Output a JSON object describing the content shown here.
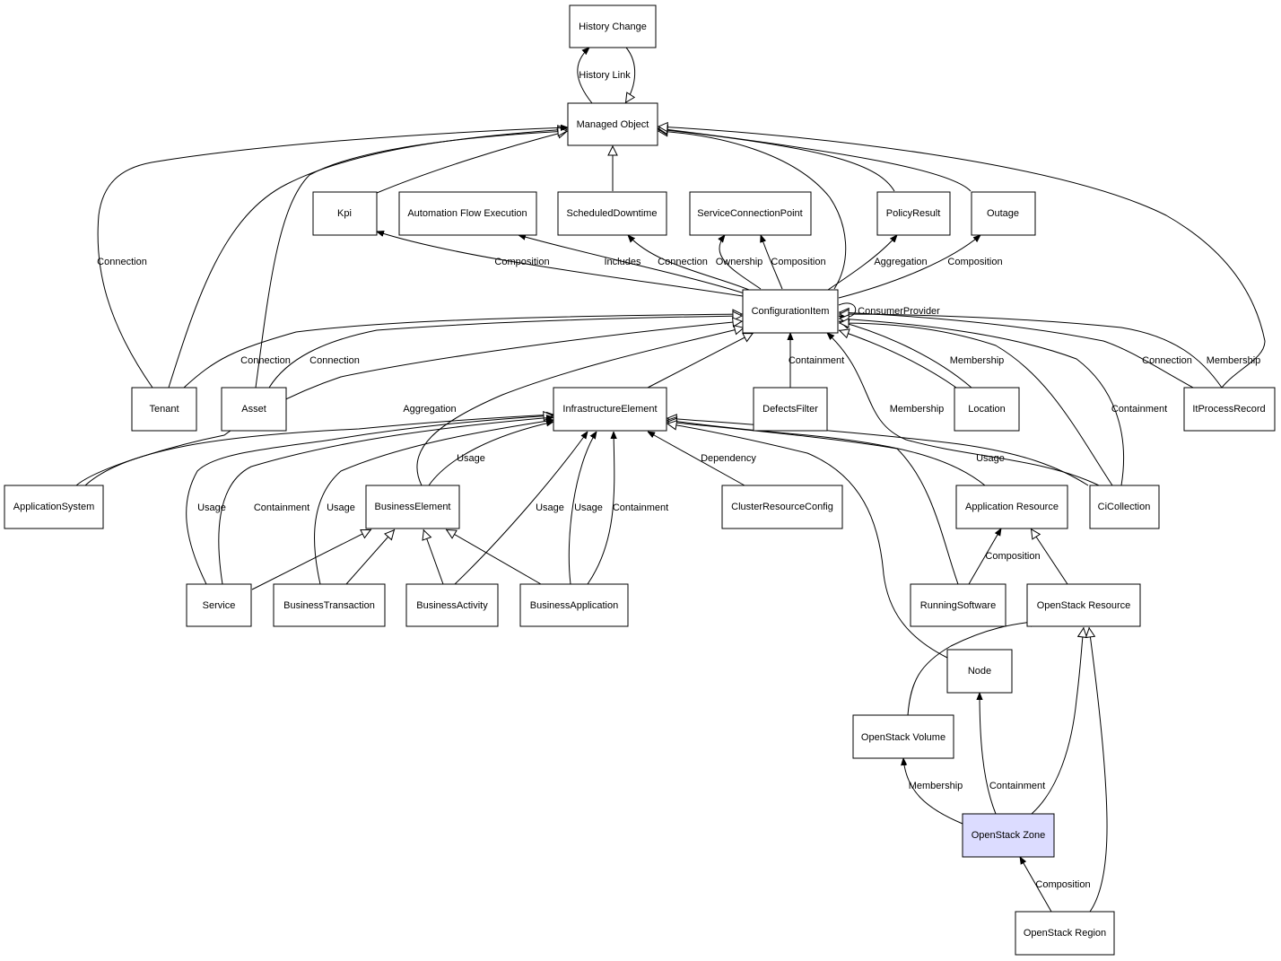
{
  "nodes": {
    "history_change": "History Change",
    "managed_object": "Managed Object",
    "kpi": "Kpi",
    "automation_flow_execution": "Automation Flow Execution",
    "scheduled_downtime": "ScheduledDowntime",
    "service_connection_point": "ServiceConnectionPoint",
    "policy_result": "PolicyResult",
    "outage": "Outage",
    "configuration_item": "ConfigurationItem",
    "tenant": "Tenant",
    "asset": "Asset",
    "infrastructure_element": "InfrastructureElement",
    "defects_filter": "DefectsFilter",
    "location": "Location",
    "it_process_record": "ItProcessRecord",
    "application_system": "ApplicationSystem",
    "business_element": "BusinessElement",
    "cluster_resource_config": "ClusterResourceConfig",
    "application_resource": "Application Resource",
    "ci_collection": "CiCollection",
    "service": "Service",
    "business_transaction": "BusinessTransaction",
    "business_activity": "BusinessActivity",
    "business_application": "BusinessApplication",
    "running_software": "RunningSoftware",
    "openstack_resource": "OpenStack Resource",
    "node": "Node",
    "openstack_volume": "OpenStack Volume",
    "openstack_zone": "OpenStack Zone",
    "openstack_region": "OpenStack Region"
  },
  "edge_labels": {
    "history_link": "History Link",
    "tenant_mo_connection": "Connection",
    "ci_kpi_composition": "Composition",
    "ci_afe_includes": "Includes",
    "ci_sd_connection": "Connection",
    "ci_scp_ownership": "Ownership",
    "ci_scp_composition": "Composition",
    "ci_pr_aggregation": "Aggregation",
    "ci_outage_composition": "Composition",
    "ci_self_consumer_provider": "ConsumerProvider",
    "tenant_ci_connection": "Connection",
    "asset_ci_connection": "Connection",
    "ie_ci_containment": "Containment",
    "loc_ci_membership": "Membership",
    "ipr_ci_connection": "Connection",
    "ipr_mo_membership": "Membership",
    "appsys_ie_aggregation": "Aggregation",
    "cicoll_ci_membership": "Membership",
    "cicoll_ci_containment": "Containment",
    "be_ie_usage": "Usage",
    "crc_ie_dependency": "Dependency",
    "cicoll_ie_usage": "Usage",
    "service_ie_usage": "Usage",
    "service_ie_containment": "Containment",
    "bt_ie_usage": "Usage",
    "ba_ie_usage": "Usage",
    "bapp_ie_usage": "Usage",
    "bapp_ie_containment": "Containment",
    "rs_ar_composition": "Composition",
    "zone_vol_membership": "Membership",
    "zone_node_containment": "Containment",
    "region_zone_composition": "Composition"
  },
  "colors": {
    "highlight_node_fill": "#dcdcff",
    "line": "#000000"
  }
}
